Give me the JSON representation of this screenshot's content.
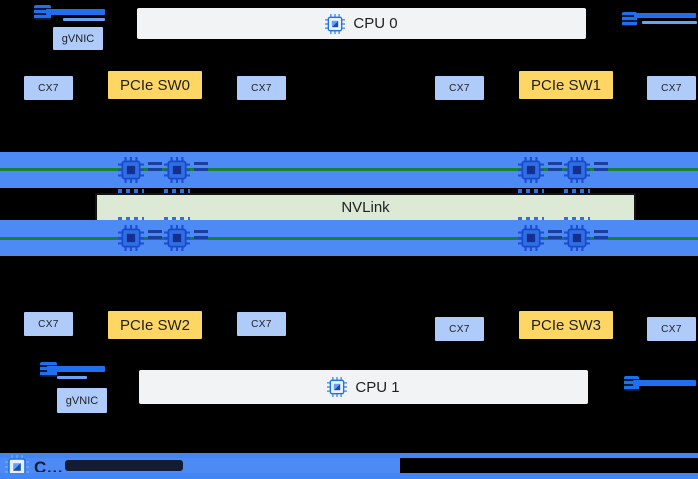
{
  "diagram": {
    "cpus": [
      "CPU 0",
      "CPU 1"
    ],
    "pcie_switches": [
      "PCIe SW0",
      "PCIe SW1",
      "PCIe SW2",
      "PCIe SW3"
    ],
    "nics_top": [
      "CX7",
      "CX7",
      "CX7",
      "CX7"
    ],
    "nics_bottom": [
      "CX7",
      "CX7",
      "CX7",
      "CX7"
    ],
    "gvnics": [
      "gVNIC",
      "gVNIC"
    ],
    "interconnect": {
      "label": "NVLink"
    },
    "gpu_rows": {
      "rows": 2,
      "gpus_per_row": 4
    },
    "bottom_strip": {
      "partial_label": "C…"
    },
    "colors": {
      "background": "#000000",
      "nic_fill": "#aecbfa",
      "switch_fill": "#fdd663",
      "cpu_fill": "#f1f3f4",
      "gpu_bar_fill": "#4e8af3",
      "nvlink_fill": "#dbe9d5",
      "link_blue": "#1f6ff0",
      "link_green": "#188038",
      "text": "#202124"
    }
  }
}
